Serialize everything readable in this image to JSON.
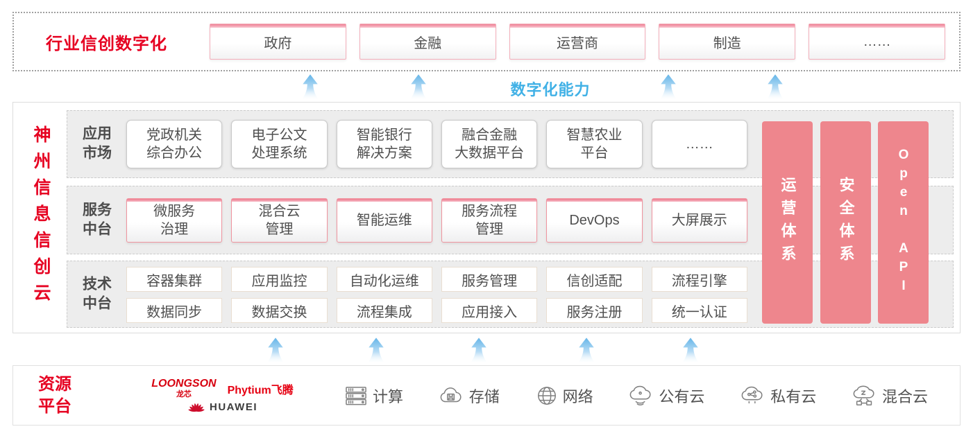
{
  "colors": {
    "brand_red": "#e60021",
    "pillar_salmon": "#ee868d",
    "capability_blue": "#41b1e6",
    "panel_gray": "#ededed"
  },
  "industry_banner": {
    "title": "行业信创数字化",
    "industries": [
      "政府",
      "金融",
      "运营商",
      "制造",
      "……"
    ]
  },
  "capability_label": "数字化能力",
  "platform": {
    "side_title": "神州信息信创云",
    "rows": [
      {
        "label": "应用\n市场",
        "items": [
          "党政机关\n综合办公",
          "电子公文\n处理系统",
          "智能银行\n解决方案",
          "融合金融\n大数据平台",
          "智慧农业\n平台",
          "……"
        ]
      },
      {
        "label": "服务\n中台",
        "items": [
          "微服务\n治理",
          "混合云\n管理",
          "智能运维",
          "服务流程\n管理",
          "DevOps",
          "大屏展示"
        ]
      },
      {
        "label": "技术\n中台",
        "items_top": [
          "容器集群",
          "应用监控",
          "自动化运维",
          "服务管理",
          "信创适配",
          "流程引擎"
        ],
        "items_bottom": [
          "数据同步",
          "数据交换",
          "流程集成",
          "应用接入",
          "服务注册",
          "统一认证"
        ]
      }
    ],
    "pillars": [
      "运营体系",
      "安全体系",
      "Open API"
    ]
  },
  "resource_platform": {
    "label": "资源\n平台",
    "vendors": {
      "loongson": "LOONGSON",
      "loongson_sub": "龙芯",
      "phytium": "Phytium飞腾",
      "huawei": "HUAWEI"
    },
    "items": [
      {
        "icon": "compute-icon",
        "label": "计算"
      },
      {
        "icon": "storage-icon",
        "label": "存储"
      },
      {
        "icon": "network-icon",
        "label": "网络"
      },
      {
        "icon": "public-cloud-icon",
        "label": "公有云"
      },
      {
        "icon": "private-cloud-icon",
        "label": "私有云"
      },
      {
        "icon": "hybrid-cloud-icon",
        "label": "混合云"
      }
    ]
  }
}
